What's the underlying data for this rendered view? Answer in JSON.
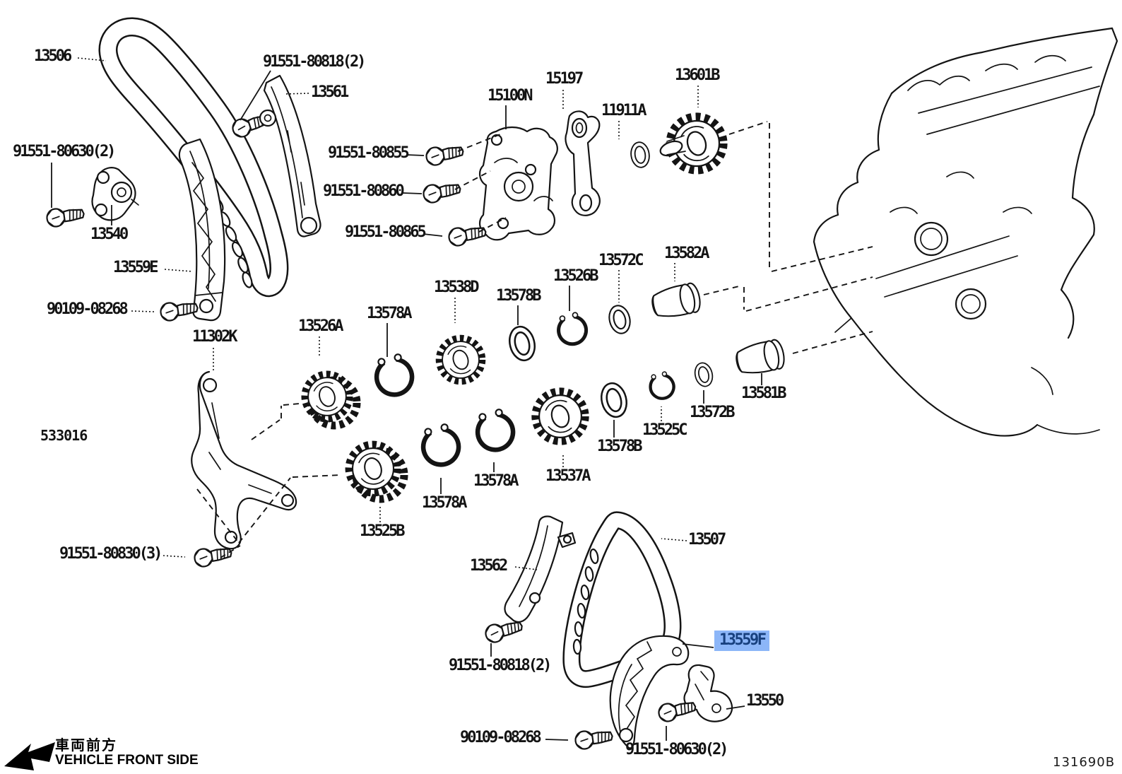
{
  "figure": {
    "figure_code": "533016",
    "doc_code": "131690B",
    "front_arrow_jp": "車両前方",
    "front_arrow_en": "VEHICLE FRONT SIDE"
  },
  "highlight": {
    "part": "13559F",
    "bg": "#8cb6f8",
    "fg": "#17407e"
  },
  "labels": {
    "l13506": "13506",
    "l80818a": "91551-80818(2)",
    "l13561": "13561",
    "l80630a": "91551-80630(2)",
    "l13540": "13540",
    "l13559e": "13559E",
    "l90109a": "90109-08268",
    "l80855": "91551-80855",
    "l80860": "91551-80860",
    "l80865": "91551-80865",
    "l15100n": "15100N",
    "l15197": "15197",
    "l11911a": "11911A",
    "l13601b": "13601B",
    "l13582a": "13582A",
    "l13572c": "13572C",
    "l13526b": "13526B",
    "l13538d": "13538D",
    "l13578b1": "13578B",
    "l13578a1": "13578A",
    "l13526a": "13526A",
    "l11302k": "11302K",
    "l13581b": "13581B",
    "l13572b": "13572B",
    "l13525c": "13525C",
    "l13578b2": "13578B",
    "l13537a": "13537A",
    "l13578a2": "13578A",
    "l13578a3": "13578A",
    "l13525b": "13525B",
    "l80830": "91551-80830(3)",
    "l13562": "13562",
    "l13507": "13507",
    "l80818b": "91551-80818(2)",
    "l13559f": "13559F",
    "l13550": "13550",
    "l90109b": "90109-08268",
    "l80630b": "91551-80630(2)"
  }
}
